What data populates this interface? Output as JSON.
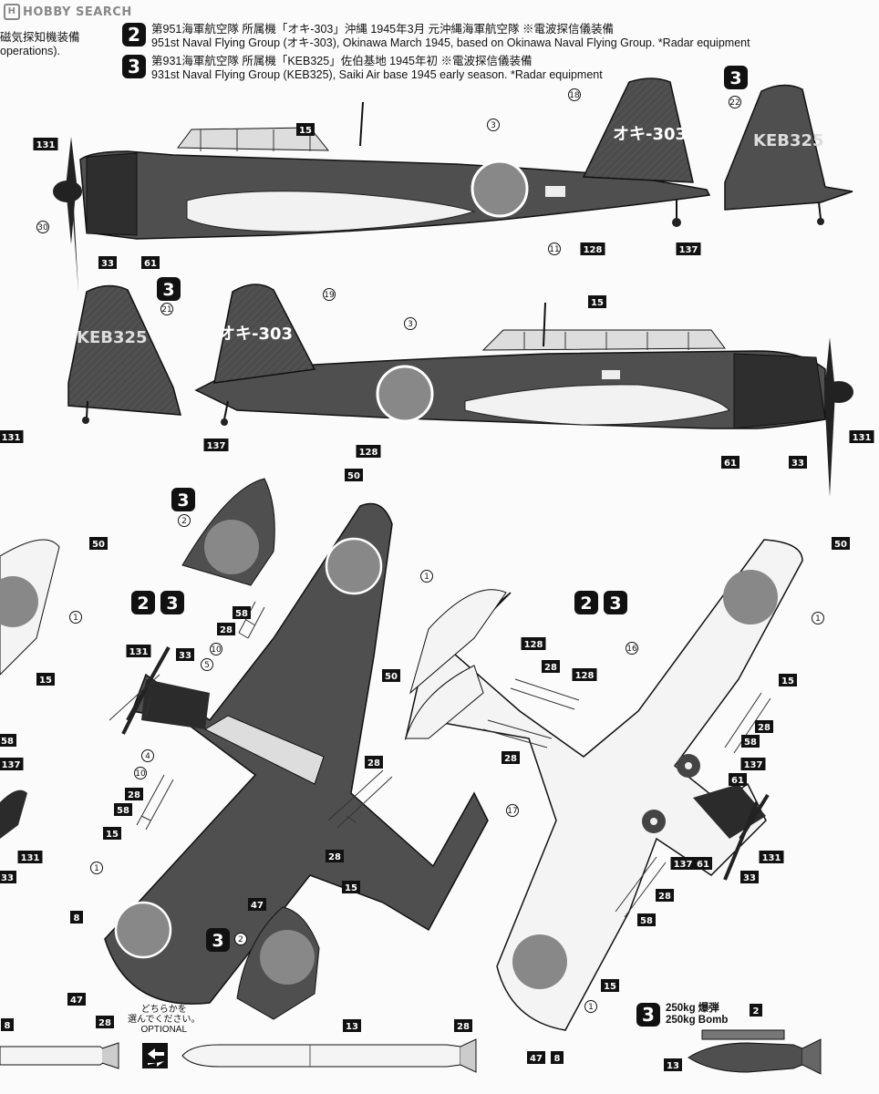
{
  "watermark": "HOBBY SEARCH",
  "headers": [
    {
      "num": "2",
      "jp": "第951海軍航空隊 所属機「オキ-303」沖縄 1945年3月 元沖縄海軍航空隊 ※電波探信儀装備",
      "en": "951st Naval Flying Group (オキ-303), Okinawa March 1945, based on Okinawa Naval Flying Group. *Radar equipment"
    },
    {
      "num": "3",
      "jp": "第931海軍航空隊 所属機「KEB325」佐伯基地 1945年初 ※電波探信儀装備",
      "en": "931st Naval Flying Group (KEB325), Saiki Air base 1945 early season. *Radar equipment"
    }
  ],
  "left_cut": {
    "jp": "磁気探知機装備",
    "en": "operations)."
  },
  "tail_codes": {
    "oki": "オキ-303",
    "keb": "KEB325"
  },
  "badges": {
    "b3": "3",
    "b2": "2"
  },
  "optional": {
    "jp1": "どちらかを",
    "jp2": "選んでください。",
    "en": "OPTIONAL"
  },
  "bomb": {
    "num": "3",
    "jp": "250kg 爆弾",
    "en": "250kg Bomb"
  },
  "callouts": {
    "sq": [
      [
        "15",
        335,
        142
      ],
      [
        "131",
        50,
        158
      ],
      [
        "33",
        118,
        288
      ],
      [
        "61",
        165,
        288
      ],
      [
        "128",
        650,
        273
      ],
      [
        "137",
        755,
        273
      ],
      [
        "15",
        655,
        331
      ],
      [
        "131",
        12,
        479
      ],
      [
        "137",
        237,
        488
      ],
      [
        "128",
        404,
        495
      ],
      [
        "61",
        801,
        507
      ],
      [
        "33",
        875,
        507
      ],
      [
        "131",
        945,
        479
      ],
      [
        "50",
        388,
        521
      ],
      [
        "50",
        108,
        596
      ],
      [
        "50",
        922,
        596
      ],
      [
        "58",
        265,
        672
      ],
      [
        "28",
        248,
        690
      ],
      [
        "131",
        152,
        714
      ],
      [
        "33",
        203,
        718
      ],
      [
        "50",
        429,
        741
      ],
      [
        "128",
        585,
        706
      ],
      [
        "128",
        641,
        740
      ],
      [
        "28",
        604,
        731
      ],
      [
        "15",
        50,
        745
      ],
      [
        "15",
        864,
        746
      ],
      [
        "28",
        838,
        797
      ],
      [
        "58",
        823,
        813
      ],
      [
        "137",
        826,
        838
      ],
      [
        "58",
        8,
        812
      ],
      [
        "137",
        12,
        838
      ],
      [
        "28",
        410,
        836
      ],
      [
        "61",
        809,
        855
      ],
      [
        "28",
        147,
        871
      ],
      [
        "58",
        135,
        888
      ],
      [
        "15",
        123,
        914
      ],
      [
        "28",
        560,
        831
      ],
      [
        "28",
        367,
        939
      ],
      [
        "137",
        749,
        947
      ],
      [
        "61",
        771,
        947
      ],
      [
        "131",
        846,
        940
      ],
      [
        "33",
        822,
        962
      ],
      [
        "131",
        33,
        940
      ],
      [
        "33",
        8,
        962
      ],
      [
        "15",
        385,
        973
      ],
      [
        "47",
        282,
        992
      ],
      [
        "28",
        729,
        982
      ],
      [
        "58",
        709,
        1009
      ],
      [
        "8",
        84,
        1006
      ],
      [
        "15",
        669,
        1081
      ],
      [
        "47",
        84,
        1096
      ],
      [
        "2",
        829,
        1108
      ],
      [
        "8",
        8,
        1124
      ],
      [
        "28",
        115,
        1121
      ],
      [
        "13",
        386,
        1125
      ],
      [
        "28",
        508,
        1125
      ],
      [
        "13",
        738,
        1168
      ],
      [
        "47",
        588,
        1160
      ],
      [
        "8",
        611,
        1160
      ]
    ],
    "ci": [
      [
        "3",
        541,
        137
      ],
      [
        "18",
        630,
        104
      ],
      [
        "22",
        806,
        112
      ],
      [
        "30",
        47,
        249
      ],
      [
        "11",
        608,
        273
      ],
      [
        "21",
        183,
        339
      ],
      [
        "19",
        361,
        323
      ],
      [
        "3",
        450,
        355
      ],
      [
        "2",
        202,
        571
      ],
      [
        "1",
        468,
        632
      ],
      [
        "1",
        83,
        677
      ],
      [
        "1",
        897,
        678
      ],
      [
        "10",
        237,
        712
      ],
      [
        "5",
        227,
        729
      ],
      [
        "16",
        693,
        711
      ],
      [
        "4",
        162,
        829
      ],
      [
        "10",
        154,
        848
      ],
      [
        "17",
        562,
        889
      ],
      [
        "1",
        106,
        952
      ],
      [
        "2",
        264,
        1030
      ],
      [
        "1",
        648,
        1104
      ]
    ]
  }
}
